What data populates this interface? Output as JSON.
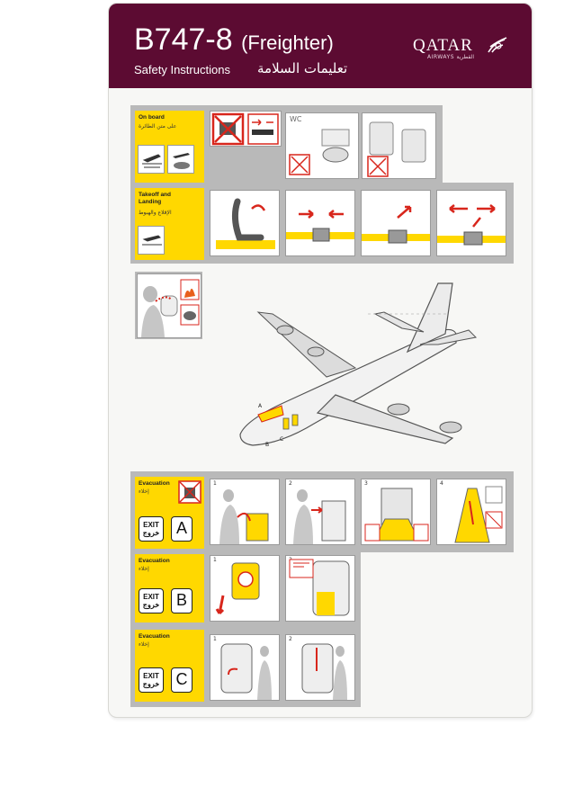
{
  "header": {
    "title_main": "B747-8",
    "title_sub": "(Freighter)",
    "subtitle_en": "Safety Instructions",
    "subtitle_ar": "تعليمات السلامة",
    "logo": "QATAR",
    "logo_sub": "AIRWAYS القطرية"
  },
  "sections": {
    "onboard": {
      "label_en": "On board",
      "label_ar": "على متن الطائرة",
      "wc_label": "WC"
    },
    "takeoff": {
      "label_en": "Takeoff and Landing",
      "label_ar": "الإقلاع والهبوط"
    },
    "evac_a": {
      "label_en": "Evacuation",
      "label_ar": "إخلاء",
      "exit_en": "EXIT",
      "exit_ar": "خروج",
      "door": "A",
      "steps": [
        "1",
        "2",
        "3",
        "4"
      ]
    },
    "evac_b": {
      "label_en": "Evacuation",
      "label_ar": "إخلاء",
      "exit_en": "EXIT",
      "exit_ar": "خروج",
      "door": "B",
      "steps": [
        "1",
        "2"
      ]
    },
    "evac_c": {
      "label_en": "Evacuation",
      "label_ar": "إخلاء",
      "exit_en": "EXIT",
      "exit_ar": "خروج",
      "door": "C",
      "steps": [
        "1",
        "2"
      ]
    }
  },
  "aircraft": {
    "door_labels": [
      "A",
      "B",
      "C"
    ]
  },
  "colors": {
    "header": "#5c0b32",
    "accent_yellow": "#ffd800",
    "prohibit_red": "#d8261c",
    "band_gray": "#b9b9b9"
  },
  "icons": [
    "no-electronics-icon",
    "seatbelt-icon",
    "no-smoking-icon",
    "fire-icon",
    "exit-sign-icon",
    "airplane-icon"
  ]
}
